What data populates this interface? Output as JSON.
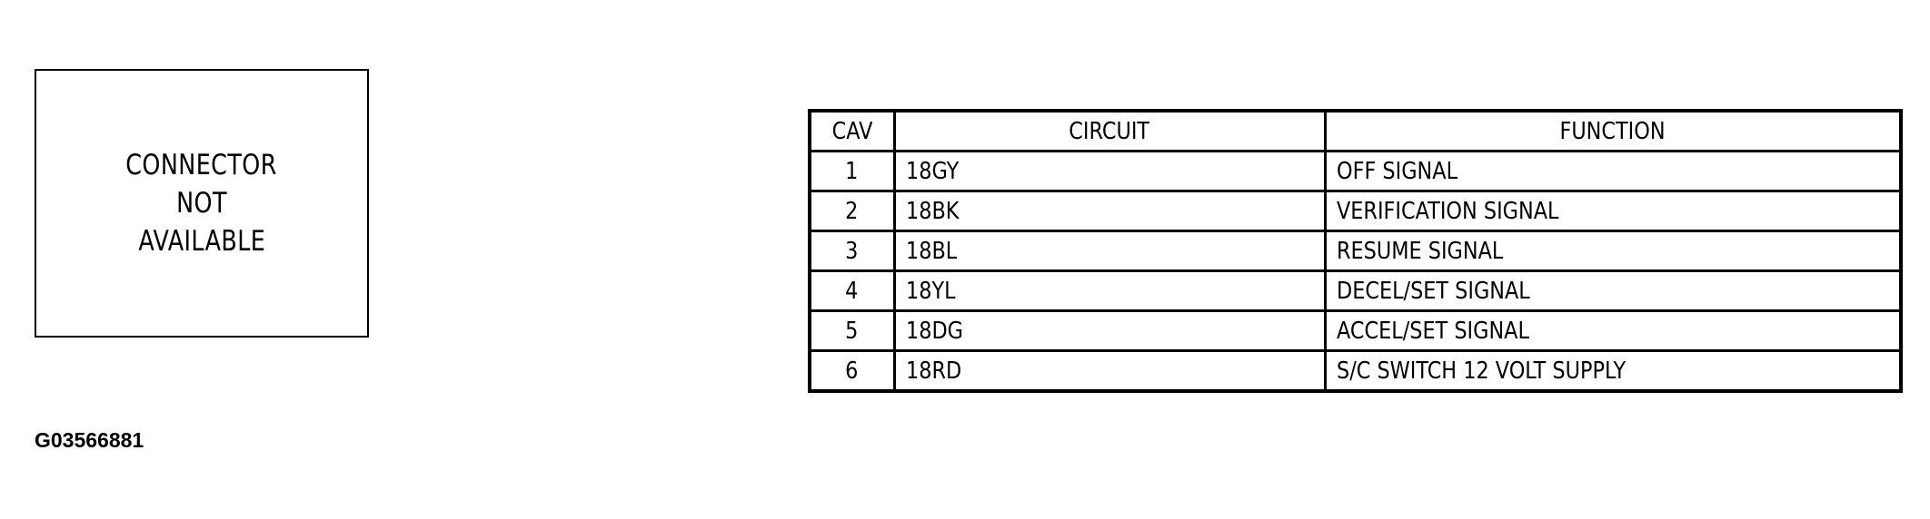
{
  "connector_box": {
    "lines": [
      "CONNECTOR",
      "NOT",
      "AVAILABLE"
    ]
  },
  "figure_id": "G03566881",
  "pinout_table": {
    "headers": {
      "cav": "CAV",
      "circuit": "CIRCUIT",
      "function": "FUNCTION"
    },
    "rows": [
      {
        "cav": "1",
        "circuit": "18GY",
        "function": "OFF SIGNAL"
      },
      {
        "cav": "2",
        "circuit": "18BK",
        "function": "VERIFICATION SIGNAL"
      },
      {
        "cav": "3",
        "circuit": "18BL",
        "function": "RESUME SIGNAL"
      },
      {
        "cav": "4",
        "circuit": "18YL",
        "function": "DECEL/SET SIGNAL"
      },
      {
        "cav": "5",
        "circuit": "18DG",
        "function": "ACCEL/SET SIGNAL"
      },
      {
        "cav": "6",
        "circuit": "18RD",
        "function": "S/C SWITCH 12 VOLT SUPPLY"
      }
    ]
  }
}
